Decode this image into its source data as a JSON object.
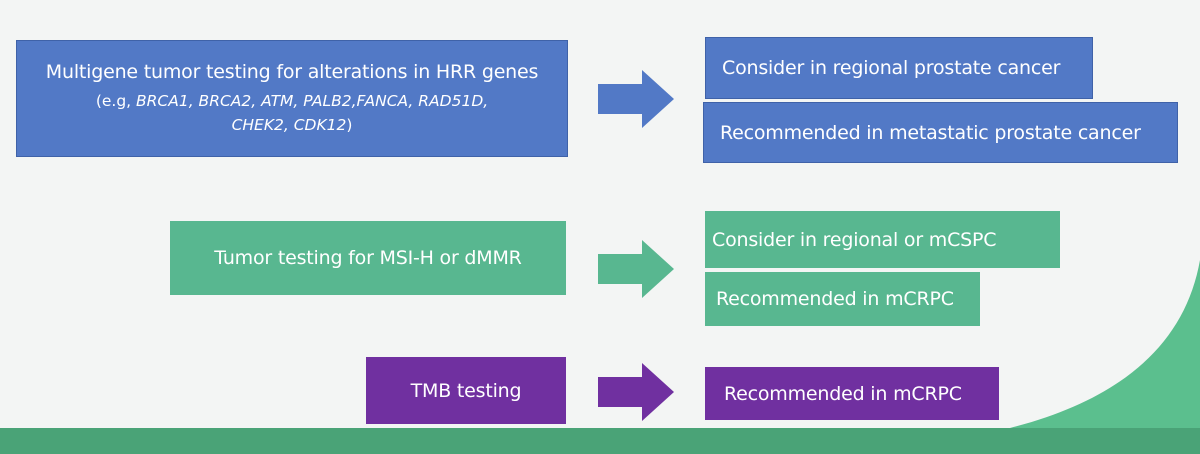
{
  "colors": {
    "blue": "#5279c6",
    "green": "#58b790",
    "purple": "#7030a0",
    "accent_swoosh": "#5bbf8e",
    "bottom_band": "#4aa377"
  },
  "rows": [
    {
      "source": {
        "title": "Multigene tumor testing for alterations in HRR genes",
        "sub_prefix": "(e.g, ",
        "genes_line1": "BRCA1, BRCA2, ATM, PALB2,FANCA, RAD51D,",
        "genes_line2": "CHEK2, CDK12",
        "sub_suffix": ")"
      },
      "targets": [
        "Consider in regional prostate cancer",
        "Recommended in metastatic prostate cancer"
      ]
    },
    {
      "source": {
        "title": "Tumor testing for MSI-H or dMMR"
      },
      "targets": [
        "Consider in regional or mCSPC",
        "Recommended in mCRPC"
      ]
    },
    {
      "source": {
        "title": "TMB testing"
      },
      "targets": [
        "Recommended in mCRPC"
      ]
    }
  ]
}
